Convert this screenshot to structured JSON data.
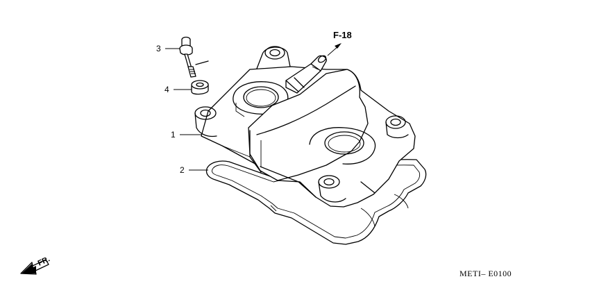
{
  "reference": "F-18",
  "diagram_code": "METI– E0100",
  "front_arrow_label": "FR.",
  "callouts": [
    {
      "number": "3"
    },
    {
      "number": "4"
    },
    {
      "number": "1"
    },
    {
      "number": "2"
    }
  ]
}
